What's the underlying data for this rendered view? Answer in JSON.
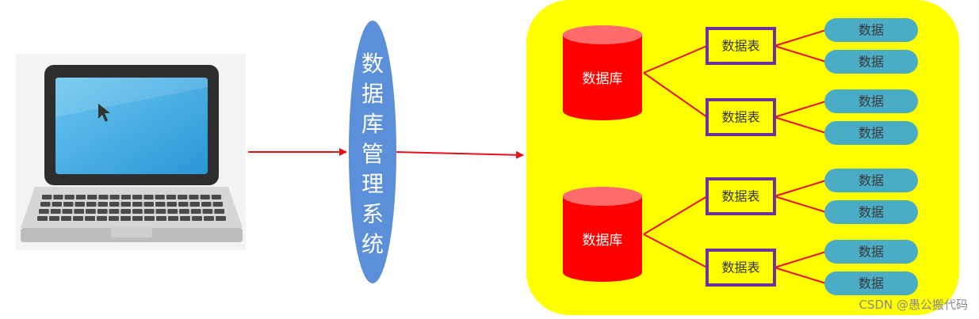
{
  "dbms": {
    "label_chars": [
      "数",
      "据",
      "库",
      "管",
      "理",
      "系",
      "统"
    ]
  },
  "databases": [
    {
      "label": "数据库",
      "tables": [
        {
          "label": "数据表",
          "rows": [
            "数据",
            "数据"
          ]
        },
        {
          "label": "数据表",
          "rows": [
            "数据",
            "数据"
          ]
        }
      ]
    },
    {
      "label": "数据库",
      "tables": [
        {
          "label": "数据表",
          "rows": [
            "数据",
            "数据"
          ]
        },
        {
          "label": "数据表",
          "rows": [
            "数据",
            "数据"
          ]
        }
      ]
    }
  ],
  "watermark": "CSDN @愚公搬代码",
  "colors": {
    "yellow_region": "#ffff00",
    "database": "#ff0000",
    "database_top": "#ff6b6b",
    "table_border": "#7030a0",
    "data_pill": "#4bacc6",
    "dbms_ellipse": "#5b8fd9",
    "arrow": "#e8101a",
    "laptop_screen": "#4db3e8"
  }
}
